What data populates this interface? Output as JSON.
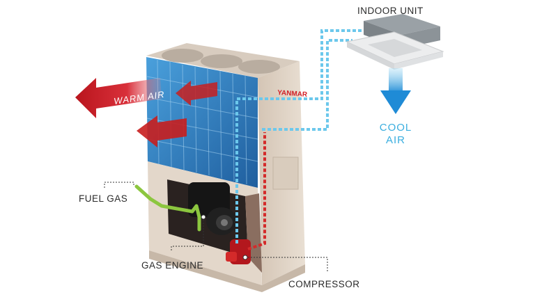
{
  "labels": {
    "indoor_unit": "INDOOR UNIT",
    "warm_air": "WARM AIR",
    "cool_air_line1": "COOL",
    "cool_air_line2": "AIR",
    "fuel_gas": "FUEL GAS",
    "gas_engine": "GAS ENGINE",
    "compressor": "COMPRESSOR",
    "brand": "YANMAR"
  },
  "colors": {
    "cool_pipe": "#6cc8ec",
    "hot_pipe": "#d42a2a",
    "fuel_pipe": "#8cc63f",
    "warm_arrow": "#c81e1e",
    "cool_arrow": "#2a8fd6",
    "cabinet": "#e7dacd",
    "coil": "#2f7fc4",
    "brand": "#d21f26"
  }
}
